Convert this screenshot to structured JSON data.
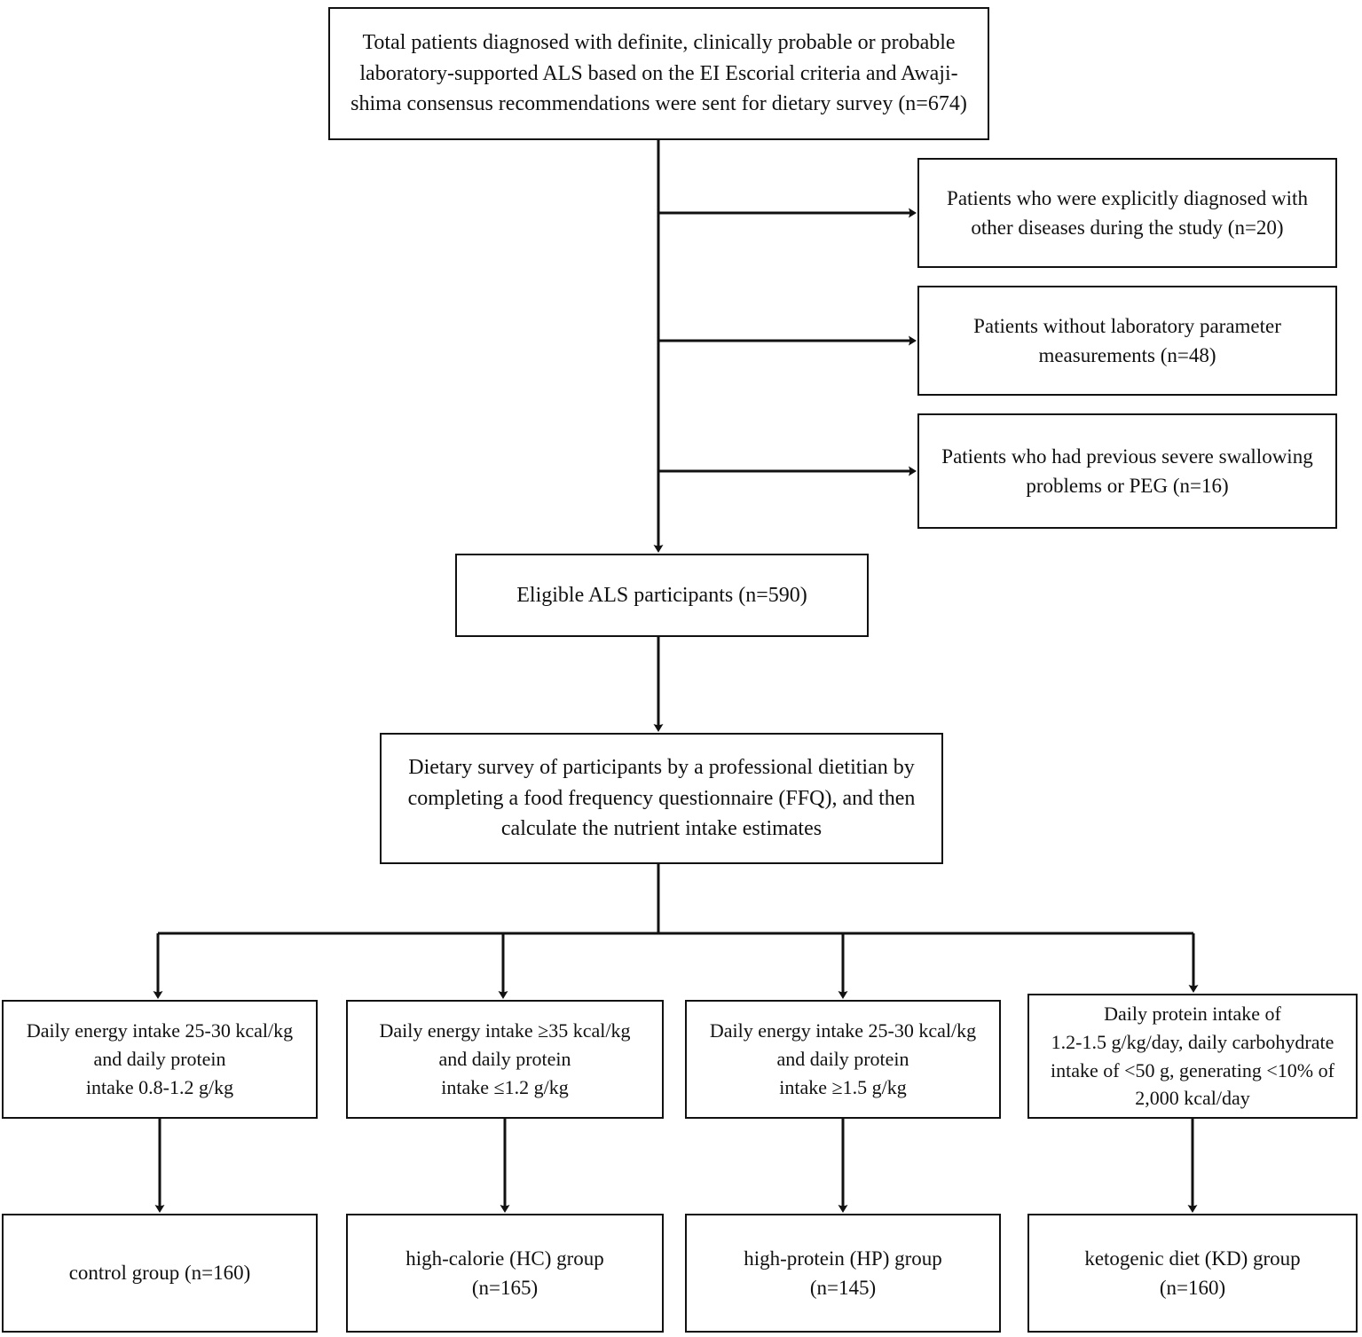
{
  "figure": {
    "type": "flowchart",
    "orientation": "top-down",
    "line_color": "#111111",
    "box_fill": "#ffffff",
    "box_border_color": "#111111"
  },
  "nodes": {
    "total": {
      "label": "Total patients diagnosed with definite, clinically probable or probable laboratory-supported ALS based on the EI Escorial criteria and Awaji-shima consensus recommendations were sent for dietary survey  (n=674)",
      "n": 674
    },
    "excluded": [
      {
        "label": "Patients who were explicitly diagnosed with other diseases during the study (n=20)",
        "n": 20
      },
      {
        "label": "Patients without laboratory parameter measurements (n=48)",
        "n": 48
      },
      {
        "label": "Patients who had previous severe swallowing problems or PEG (n=16)",
        "n": 16
      }
    ],
    "eligible": {
      "label": "Eligible ALS participants  (n=590)",
      "n": 590
    },
    "survey": {
      "label": "Dietary survey of participants by a professional dietitian by completing a food frequency questionnaire (FFQ), and then calculate the nutrient intake estimates"
    },
    "criteria": [
      {
        "label": "Daily energy intake 25-30 kcal/kg\nand daily protein\nintake 0.8-1.2 g/kg"
      },
      {
        "label": "Daily energy intake ≥35 kcal/kg\nand daily protein\nintake ≤1.2 g/kg"
      },
      {
        "label": "Daily energy intake 25-30 kcal/kg\nand daily protein\nintake ≥1.5 g/kg"
      },
      {
        "label": "Daily protein intake of\n1.2-1.5 g/kg/day, daily carbohydrate\nintake of <50 g, generating <10% of\n2,000 kcal/day"
      }
    ],
    "groups": [
      {
        "label": "control group  (n=160)",
        "n": 160
      },
      {
        "label": "high-calorie (HC) group\n(n=165)",
        "n": 165
      },
      {
        "label": "high-protein (HP) group\n(n=145)",
        "n": 145
      },
      {
        "label": "ketogenic diet (KD) group\n(n=160)",
        "n": 160
      }
    ]
  }
}
